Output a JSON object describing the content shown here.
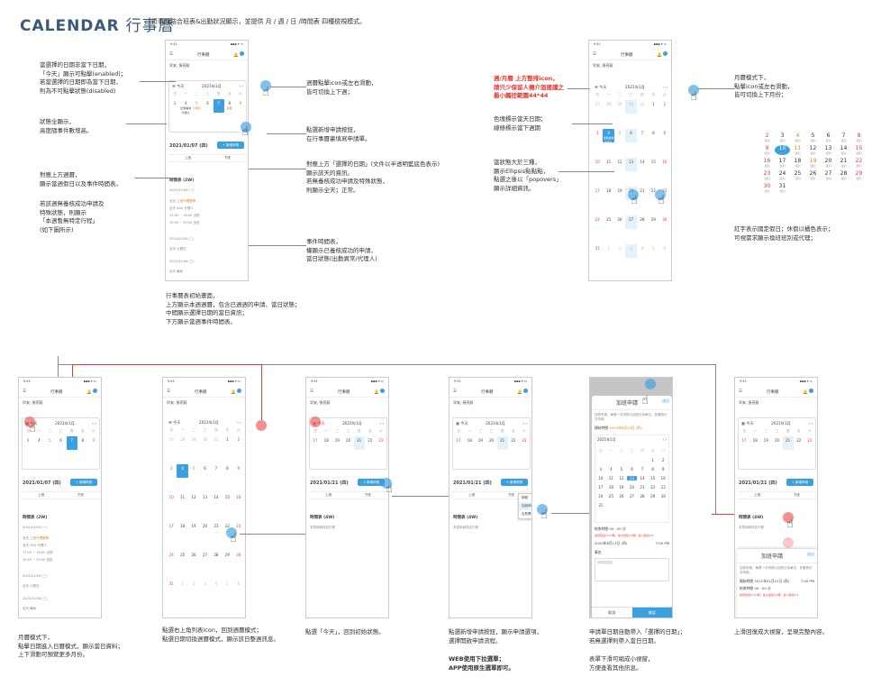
{
  "header": {
    "title_en": "CALENDAR",
    "title_zh": "行事曆",
    "subtitle": "行事曆結合班表&出勤狀況顯示，並提供 月 / 週 / 日 /時間表 四種檢視模式。"
  },
  "phone": {
    "status_left": "9:41",
    "status_right": "▪▪▪ ▾ ▭",
    "app_title": "行事曆",
    "user": "早安, 張亮殼",
    "month": "2021年1月",
    "weekdays": [
      "日",
      "一",
      "二",
      "三",
      "四",
      "五",
      "六"
    ],
    "week1": [
      "3",
      "4",
      "5",
      "6",
      "7",
      "8",
      "9"
    ],
    "week0": [
      "27",
      "28",
      "29",
      "30",
      "31",
      "1",
      "2"
    ],
    "week2": [
      "10",
      "11",
      "12",
      "13",
      "14",
      "15",
      "16"
    ],
    "week3": [
      "17",
      "18",
      "19",
      "20",
      "21",
      "22",
      "23"
    ],
    "week4": [
      "24",
      "25",
      "26",
      "27",
      "28",
      "29",
      "30"
    ],
    "week5": [
      "31",
      "1",
      "2",
      "3",
      "4",
      "5",
      "6"
    ],
    "date_today": "2021/01/07 (四)",
    "date_0121": "2021/01/21 (四)",
    "add_button": "+ 新增申請",
    "shift_cols": [
      "上班",
      "下班"
    ],
    "timeline_title": "時間表 (2W)",
    "timeline_title_4w": "時間表 (4W)",
    "timeline_empty": "本週尚無特定行程",
    "day1": "2021/01/04 (一)",
    "day2": "2021/01/05 (二)",
    "day3": "2021/01/06 (三)",
    "ev1a": "全天",
    "ev1b": "上班代理登等",
    "ev2a": "全天",
    "ev2b": "XXX 代理人",
    "ev3a": "17:00 ~ 18:00",
    "ev3b": "出勤",
    "ev4a": "19:00 ~ 20:00",
    "ev4b": "加班",
    "ev5a": "全天",
    "ev5b": "公假日",
    "ev6a": "全天",
    "ev6b": "輪休",
    "cell_events": [
      "出勤異常",
      "公假日",
      "代理人"
    ],
    "menu": [
      "請假",
      "加班申請",
      "出勤異常申請"
    ],
    "sheet_title": "加班申請",
    "sheet_apply": "送出",
    "sheet_desc": "加班申請，單張一次申請以加班日為單位，多筆請分次申請。",
    "sheet_start": "開始時間",
    "sheet_end": "結束時間",
    "sheet_date": "2020年8月13日 (四)",
    "sheet_date2": "2021年01月21日 (四)",
    "sheet_time": "7:00 PM",
    "sheet_reason": "事由",
    "sheet_reason_ph": "請填寫事由",
    "sheet_hint": "最低加班0.5小時，最大加班4小時，最小單位0.5",
    "cancel": "取消",
    "confirm": "確認"
  },
  "notes": {
    "n1": "當選擇的日期非當下日期，\n「今天」顯示可點擊(enabled)；\n若當選擇的日期即為當下日期，\n則為不可點擊狀態(disabled)",
    "n2": "狀態全顯示，\n高度隨事件數增高。",
    "n3": "對應上方週曆，\n顯示當週假日以及事件時間表。",
    "n4": "若該週無養核成功申請及\n特殊狀態，則顯示\n「本週暫無特定行程」\n(如下圖所示)",
    "n5": "週曆點擊icon或左右滑動，\n皆可切換上下週；",
    "n6": "點選新增申請按鈕，\n在行事曆裏填寫申請單。",
    "n7": "對應上方「選擇的日期」(文件以半透明藍底色表示)\n顯示該天的資訊。\n若無養核成功申請及特殊狀態，\n則顯示全天；正常。",
    "n8": "事件時間表，\n權顯示已養核成功的申請，\n當日狀態(出勤異常/代理人)",
    "n9": "行事曆表初始畫面，\n上方顯示本週週曆，包含已週週的申請、當日狀態；\n中間顯示選擇日期的當日資訊；\n下方顯示當週事件時間表。",
    "n10": "週/月曆 上方整排icon，\n請只少保留人機介面建議之\n最小觸控範圍44*44",
    "n11": "色塊標示當天日期；\n線條標示當下週期",
    "n12": "當狀態大於三種，\n顯示Ellipsis點點點，\n點選之後以「popovers」\n顯示詳細資訊。",
    "n13": "月曆模式下，\n點擊icon或左右滑動，\n皆可切換上下月份；",
    "n14": "紅字表示國定假日；休假以橘色表示；\n可視需求顯示換班班別或代理；",
    "c1": "月曆模式下，\n點擊日期進入日曆模式，顯示當日資料；\n上下滑動可預覽更多月份。",
    "c2": "點選右上角列表icon，回到週曆模式；\n點選日期切換週曆模式，顯示該日整週訊息。",
    "c3": "點選「今天」，回到初始狀態。",
    "c4": "點選新增申請按鈕，顯示申請選項，\n選擇開啟申請流程。",
    "c4b": "WEB使用下拉選單；\nAPP使用原生選單即可。",
    "c5": "申請單日期自動帶入「選擇的日期」；\n若無選擇則帶入當日日期。",
    "c5b": "表單下滑可縮成小視窗，\n方便查看其他訊息。",
    "c6": "上滑回復成大視窗，呈現完整內容。"
  },
  "minical": {
    "rows": [
      [
        "2",
        "3",
        "4",
        "5",
        "6",
        "7",
        "8"
      ],
      [
        "9",
        "10",
        "11",
        "12",
        "13",
        "14",
        "15"
      ],
      [
        "16",
        "17",
        "18",
        "19",
        "20",
        "21",
        "22"
      ],
      [
        "23",
        "24",
        "25",
        "26",
        "27",
        "28",
        "29"
      ],
      [
        "30",
        "31",
        "",
        "",
        "",
        "",
        ""
      ]
    ],
    "sub": "班別"
  }
}
